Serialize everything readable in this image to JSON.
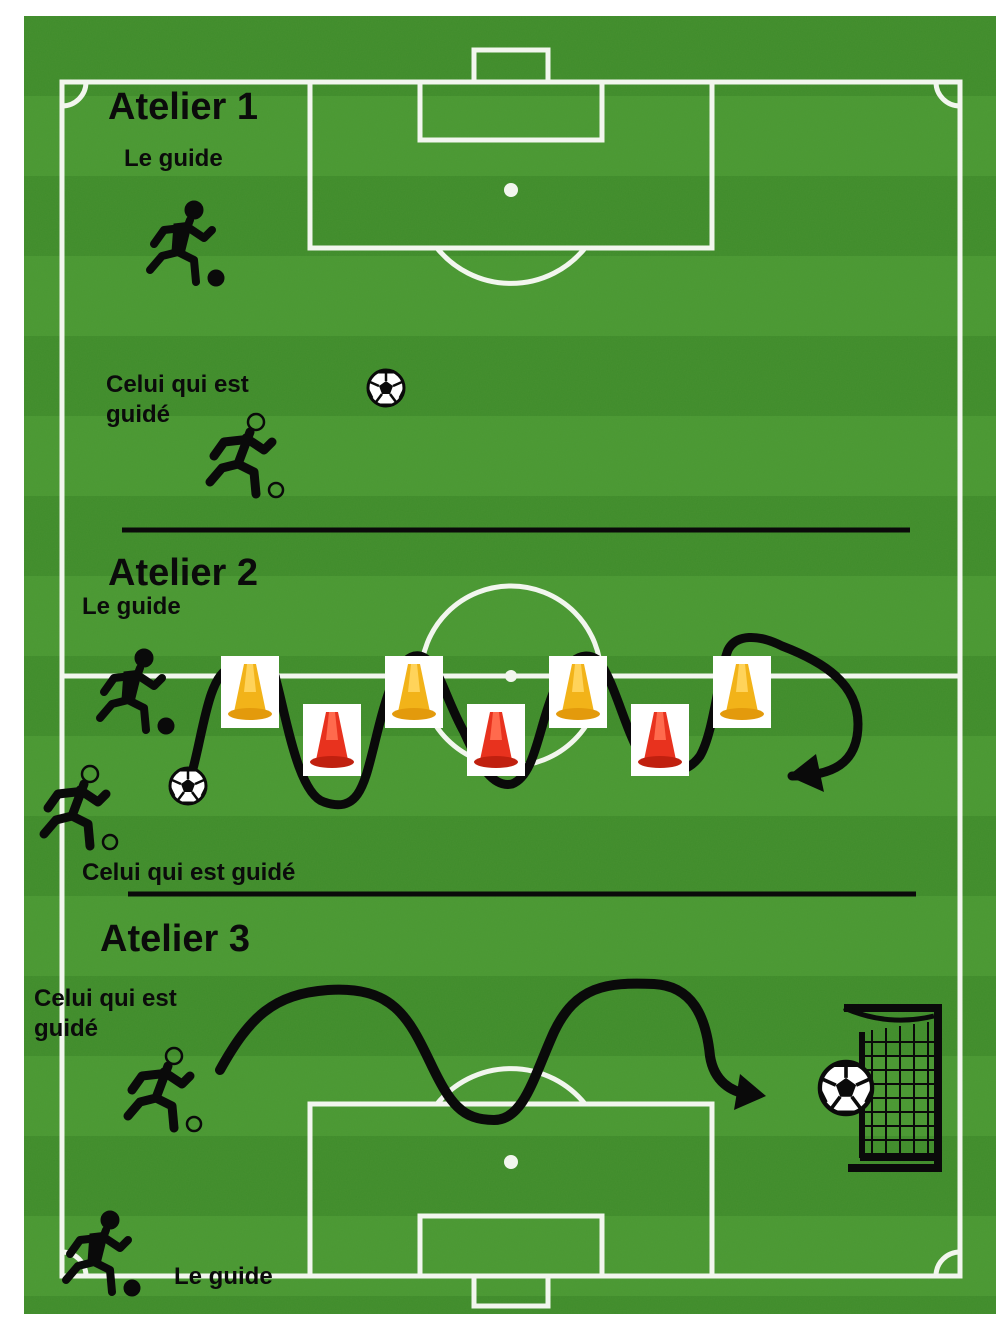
{
  "workshops": [
    {
      "title": "Atelier 1",
      "guide_label": "Le guide",
      "guided_label": "Celui qui est guidé"
    },
    {
      "title": "Atelier 2",
      "guide_label": "Le guide",
      "guided_label": "Celui qui est guidé",
      "cones": [
        "yellow",
        "red",
        "yellow",
        "red",
        "yellow",
        "red",
        "yellow"
      ]
    },
    {
      "title": "Atelier 3",
      "guide_label": "Le guide",
      "guided_label": "Celui qui est guidé"
    }
  ],
  "colors": {
    "grass_dark": "#3e8a2a",
    "grass_light": "#55a43a",
    "line_white": "#f2f6ee",
    "path_black": "#0a0a0a",
    "cone_yellow": "#f2b319",
    "cone_red": "#e8321e"
  },
  "icons": [
    "runner-dribbling-icon",
    "runner-outline-icon",
    "soccer-ball-icon",
    "cone-icon",
    "goal-net-icon"
  ]
}
